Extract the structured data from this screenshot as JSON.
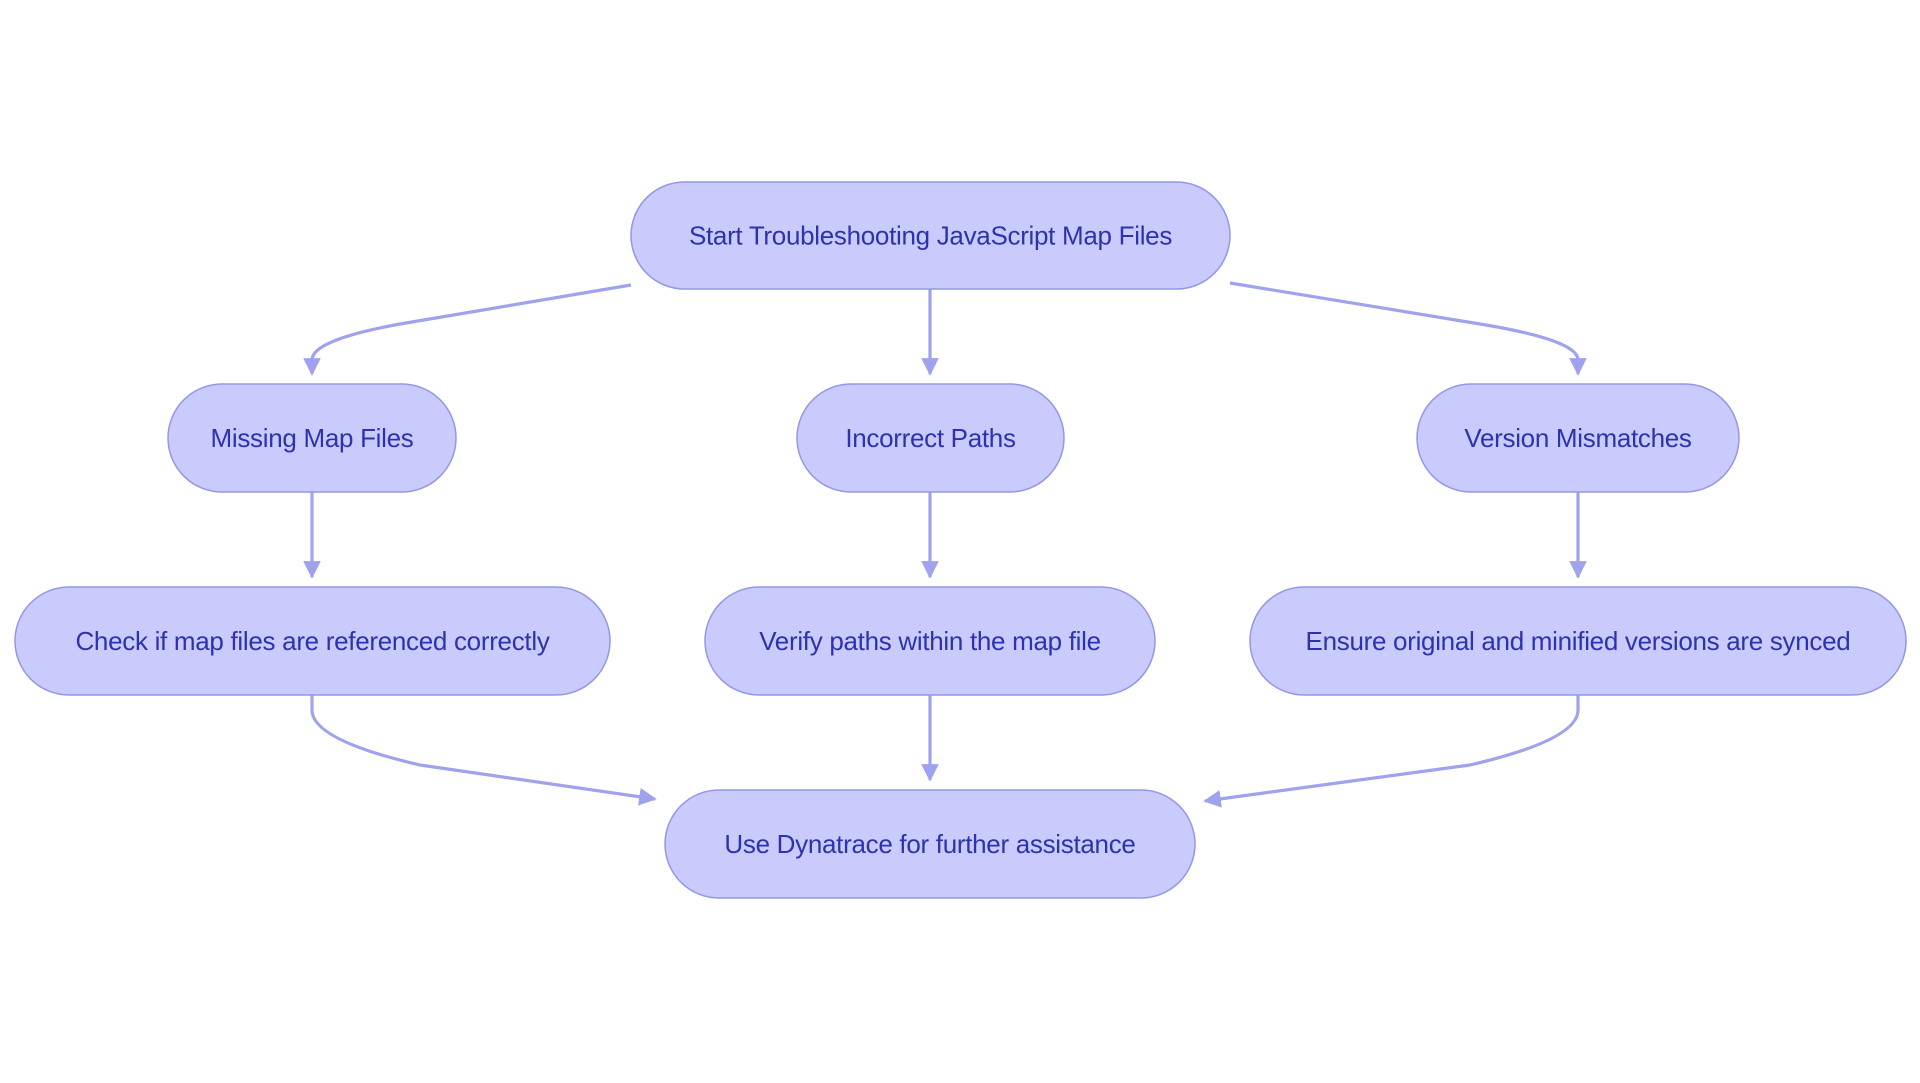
{
  "diagram": {
    "type": "flowchart",
    "direction": "top-to-bottom",
    "colors": {
      "node_fill": "#c8cbfc",
      "node_stroke": "#9497e6",
      "node_text": "#2e32ae",
      "edge": "#9fa2ec",
      "background": "#ffffff"
    },
    "nodes": [
      {
        "id": "start",
        "label": "Start Troubleshooting JavaScript Map Files",
        "shape": "stadium"
      },
      {
        "id": "missing",
        "label": "Missing Map Files",
        "shape": "stadium"
      },
      {
        "id": "paths",
        "label": "Incorrect Paths",
        "shape": "stadium"
      },
      {
        "id": "version",
        "label": "Version Mismatches",
        "shape": "stadium"
      },
      {
        "id": "check",
        "label": "Check if map files are referenced correctly",
        "shape": "stadium"
      },
      {
        "id": "verify",
        "label": "Verify paths within the map file",
        "shape": "stadium"
      },
      {
        "id": "ensure",
        "label": "Ensure original and minified versions are synced",
        "shape": "stadium"
      },
      {
        "id": "dynatrace",
        "label": "Use Dynatrace for further assistance",
        "shape": "stadium"
      }
    ],
    "edges": [
      {
        "from": "start",
        "to": "missing"
      },
      {
        "from": "start",
        "to": "paths"
      },
      {
        "from": "start",
        "to": "version"
      },
      {
        "from": "missing",
        "to": "check"
      },
      {
        "from": "paths",
        "to": "verify"
      },
      {
        "from": "version",
        "to": "ensure"
      },
      {
        "from": "check",
        "to": "dynatrace"
      },
      {
        "from": "verify",
        "to": "dynatrace"
      },
      {
        "from": "ensure",
        "to": "dynatrace"
      }
    ]
  }
}
